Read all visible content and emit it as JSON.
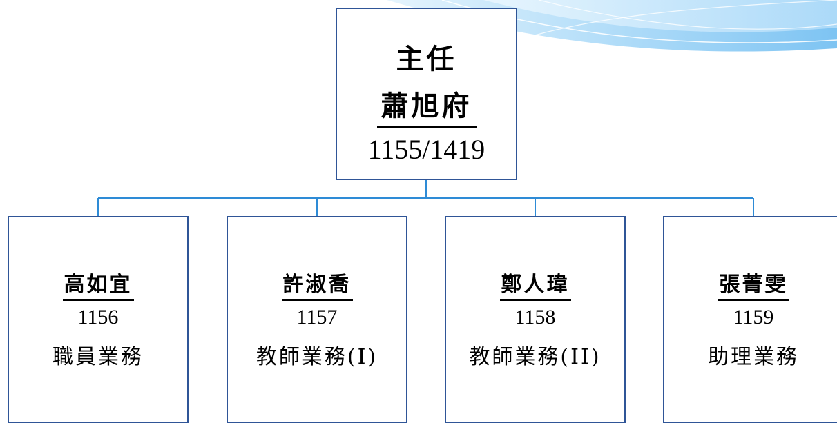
{
  "head": {
    "title": "主任",
    "name": "蕭旭府",
    "extension": "1155/1419"
  },
  "staff": [
    {
      "name": "高如宜",
      "extension": "1156",
      "duty": "職員業務"
    },
    {
      "name": "許淑喬",
      "extension": "1157",
      "duty": "教師業務(I)"
    },
    {
      "name": "鄭人瑋",
      "extension": "1158",
      "duty": "教師業務(II)"
    },
    {
      "name": "張菁雯",
      "extension": "1159",
      "duty": "助理業務"
    }
  ],
  "colors": {
    "box_border": "#2f5597",
    "connector": "#2e8bd6",
    "accent_light": "#bfe3fb",
    "accent_mid": "#7cc4f4"
  }
}
